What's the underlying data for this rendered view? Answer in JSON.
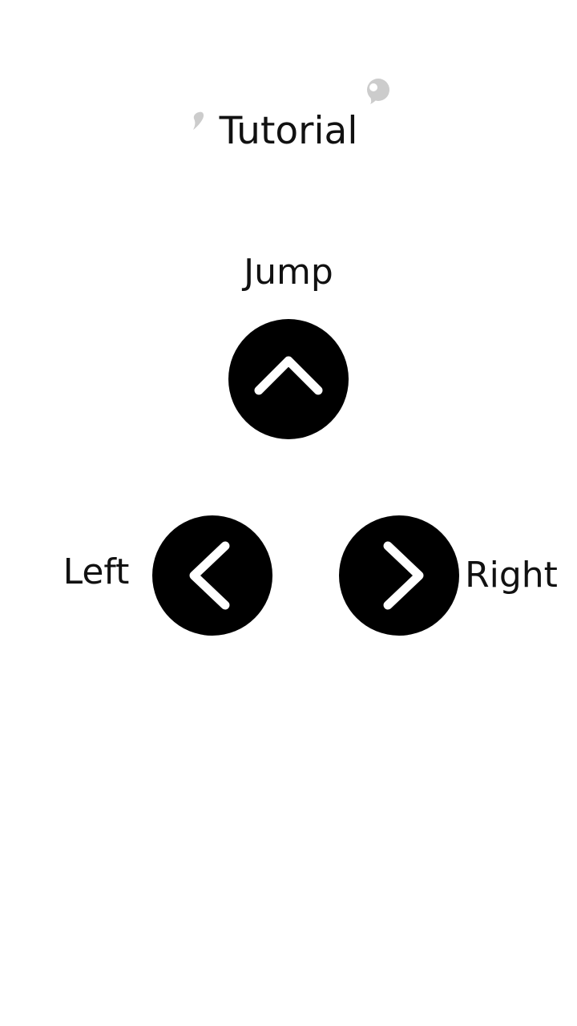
{
  "header": {
    "title": "Tutorial"
  },
  "controls": {
    "jump": {
      "label": "Jump",
      "icon": "chevron-up-icon"
    },
    "left": {
      "label": "Left",
      "icon": "chevron-left-icon"
    },
    "right": {
      "label": "Right",
      "icon": "chevron-right-icon"
    }
  },
  "colors": {
    "background": "#ffffff",
    "button": "#000000",
    "icon": "#ffffff",
    "text": "#111111",
    "decor": "#cccccc"
  }
}
